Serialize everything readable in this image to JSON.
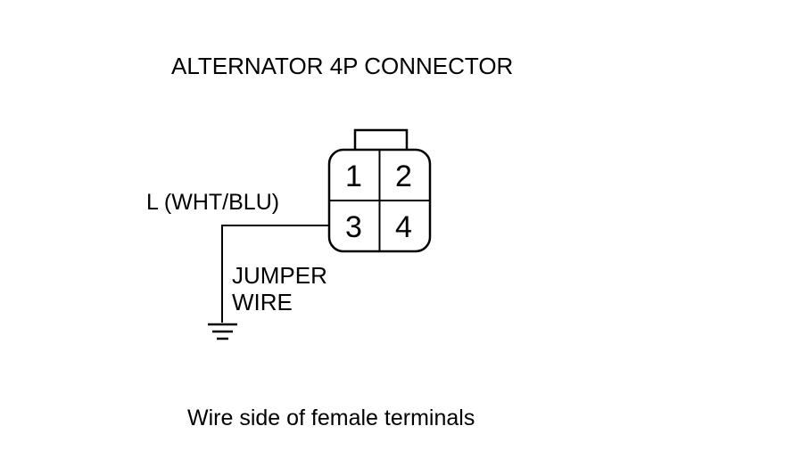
{
  "title": "ALTERNATOR 4P CONNECTOR",
  "wire_label": "L (WHT/BLU)",
  "jumper_label": {
    "line1": "JUMPER",
    "line2": "WIRE"
  },
  "connector": {
    "pins": [
      "1",
      "2",
      "3",
      "4"
    ],
    "jumpered_pin": "3"
  },
  "caption": "Wire side of female terminals",
  "colors": {
    "line": "#000000",
    "background": "#ffffff"
  },
  "icons": [
    "ground-symbol-icon"
  ]
}
